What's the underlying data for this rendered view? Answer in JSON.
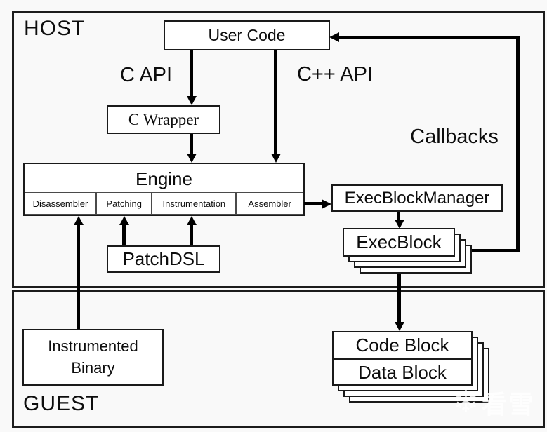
{
  "regions": {
    "host": "HOST",
    "guest": "GUEST"
  },
  "nodes": {
    "user_code": "User Code",
    "c_wrapper": "C Wrapper",
    "engine": "Engine",
    "engine_components": [
      "Disassembler",
      "Patching",
      "Instrumentation",
      "Assembler"
    ],
    "patch_dsl": "PatchDSL",
    "exec_block_manager": "ExecBlockManager",
    "exec_block": "ExecBlock",
    "instrumented_binary": "Instrumented Binary",
    "code_block": "Code Block",
    "data_block": "Data Block"
  },
  "edge_labels": {
    "c_api": "C API",
    "cpp_api": "C++ API",
    "callbacks": "Callbacks"
  },
  "edges": [
    {
      "from": "User Code",
      "to": "C Wrapper",
      "label": "C API"
    },
    {
      "from": "User Code",
      "to": "Engine",
      "label": "C++ API"
    },
    {
      "from": "C Wrapper",
      "to": "Engine",
      "label": ""
    },
    {
      "from": "Engine",
      "to": "ExecBlockManager",
      "label": ""
    },
    {
      "from": "ExecBlockManager",
      "to": "ExecBlock",
      "label": ""
    },
    {
      "from": "ExecBlock",
      "to": "User Code",
      "label": "Callbacks"
    },
    {
      "from": "ExecBlock",
      "to": "Code Block",
      "label": ""
    },
    {
      "from": "PatchDSL",
      "to": "Patching",
      "label": ""
    },
    {
      "from": "PatchDSL",
      "to": "Instrumentation",
      "label": ""
    },
    {
      "from": "Instrumented Binary",
      "to": "Disassembler",
      "label": ""
    }
  ],
  "watermark": {
    "icon": "snowflake-icon",
    "icon_glyph": "❄",
    "text": "看雪"
  },
  "colors": {
    "background": "#f9f9f9",
    "box_fill": "#ffffff",
    "box_border": "#1a1a1a",
    "region_border": "#1c1c1c",
    "arrow": "#000000"
  }
}
